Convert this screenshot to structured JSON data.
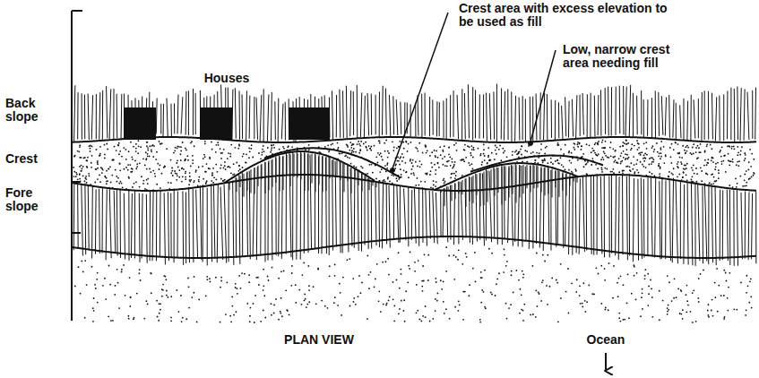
{
  "diagram": {
    "labels": [
      "Back slope",
      "Crest",
      "Fore slope",
      "Houses",
      "Crest area with excess elevation to be used as fill",
      "Low, narrow crest area needing fill",
      "PLAN VIEW",
      "Ocean"
    ]
  }
}
